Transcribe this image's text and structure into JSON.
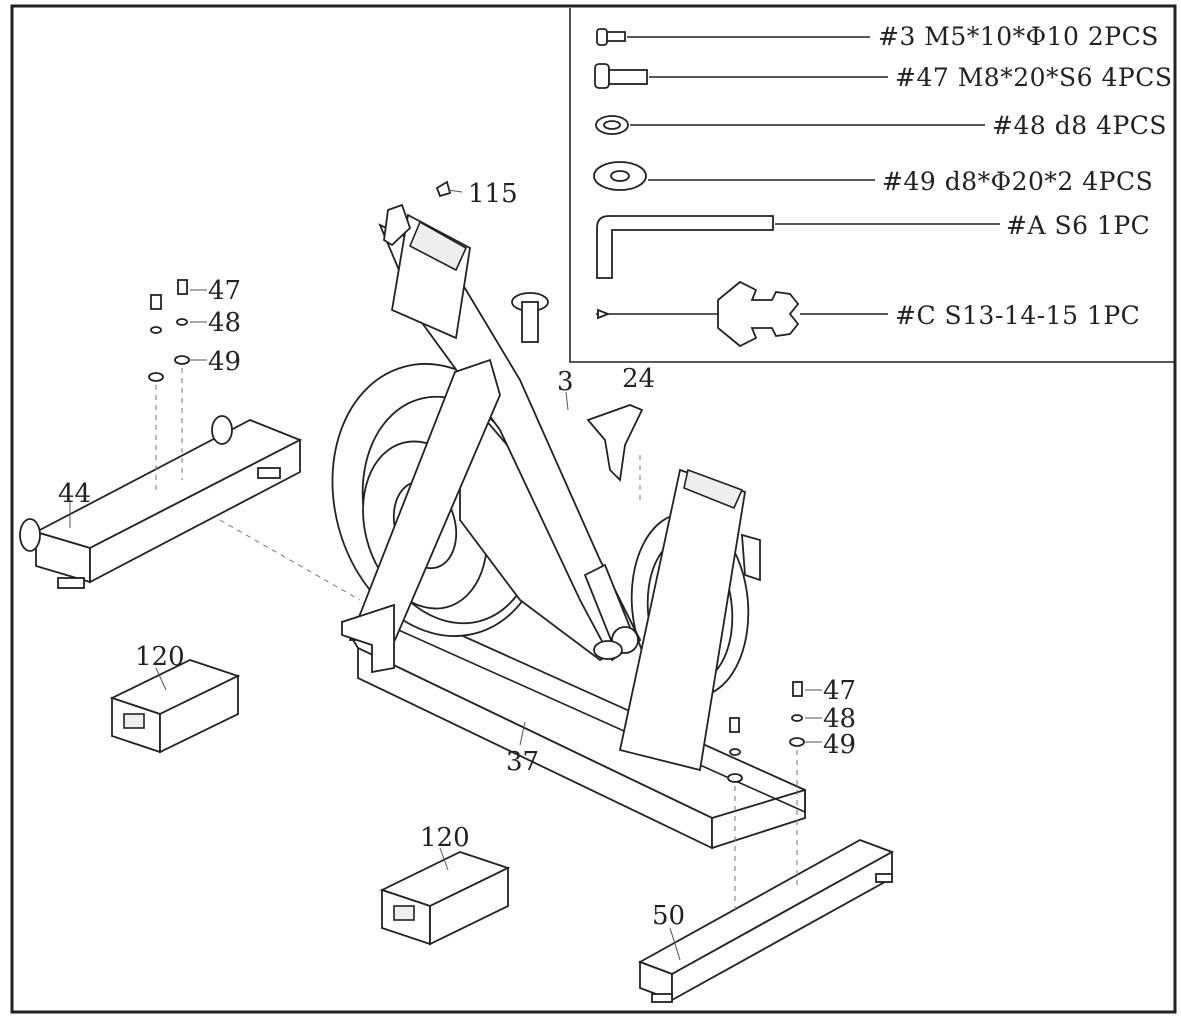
{
  "hardware_list": [
    {
      "text": "#3  M5*10*Φ10  2PCS",
      "icon": "bolt-icon"
    },
    {
      "text": "#47  M8*20*S6  4PCS",
      "icon": "allen-bolt-icon"
    },
    {
      "text": "#48  d8  4PCS",
      "icon": "spring-washer-icon"
    },
    {
      "text": "#49  d8*Φ20*2  4PCS",
      "icon": "flat-washer-icon"
    },
    {
      "text": "#A   S6  1PC",
      "icon": "allen-key-icon"
    },
    {
      "text": "#C   S13-14-15  1PC",
      "icon": "multi-wrench-icon"
    }
  ],
  "part_labels": {
    "p115": "115",
    "p3": "3",
    "p24": "24",
    "p44": "44",
    "p37": "37",
    "p50": "50",
    "p120_left": "120",
    "p120_bottom": "120",
    "left_47": "47",
    "left_48": "48",
    "left_49": "49",
    "right_47": "47",
    "right_48": "48",
    "right_49": "49"
  }
}
